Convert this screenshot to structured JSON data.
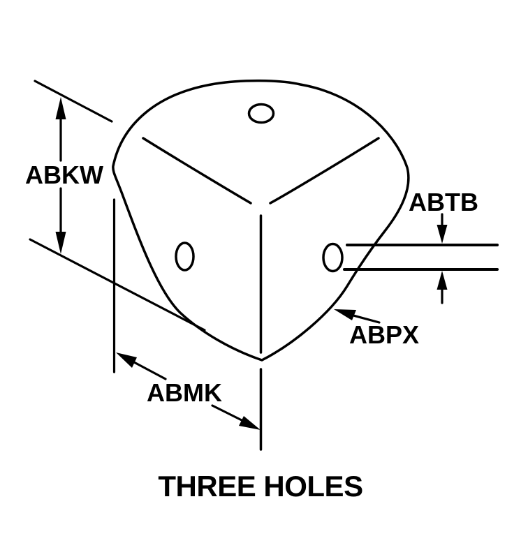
{
  "figure": {
    "caption": "THREE HOLES",
    "holes_shown": 3,
    "labels": {
      "abkw": "ABKW",
      "abtb": "ABTB",
      "abpx": "ABPX",
      "abmk": "ABMK"
    },
    "colors": {
      "line": "#000000",
      "background": "#ffffff"
    }
  }
}
